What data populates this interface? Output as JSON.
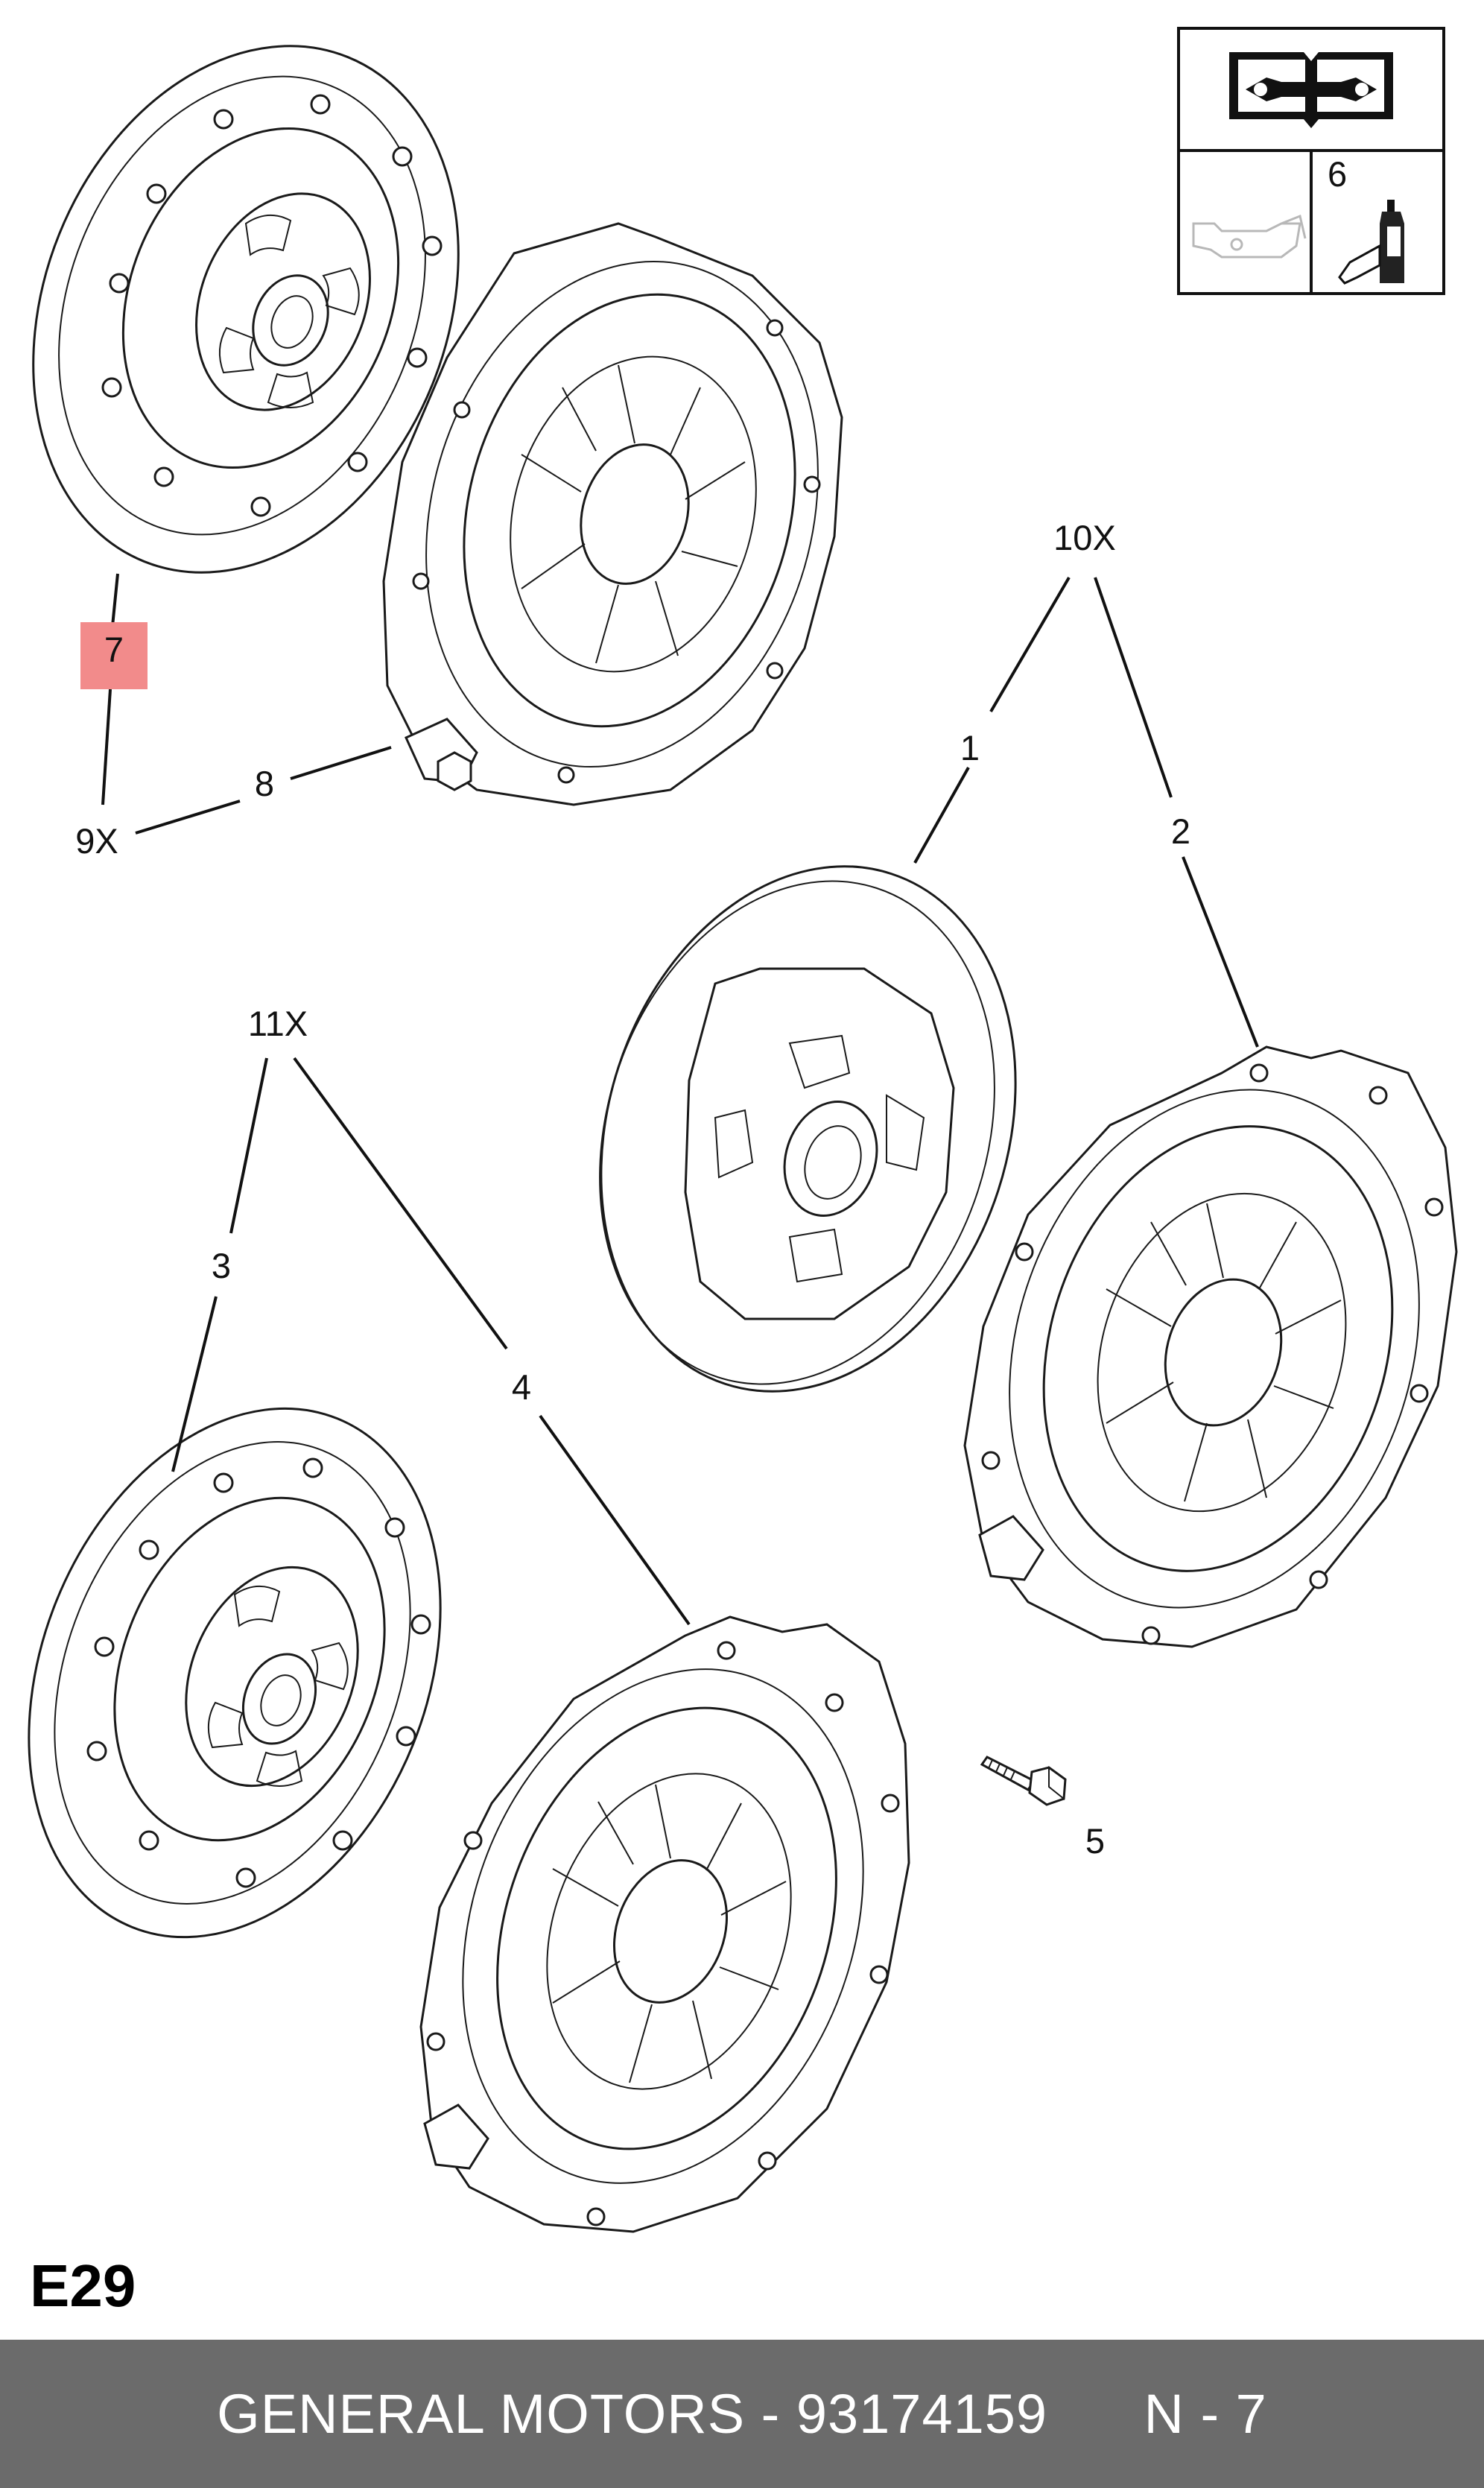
{
  "callouts": {
    "c1": "1",
    "c2": "2",
    "c3": "3",
    "c4": "4",
    "c5": "5",
    "c6": "6",
    "c7": "7",
    "c8": "8",
    "c9x": "9X",
    "c10x": "10X",
    "c11x": "11X"
  },
  "diagram_code": "E29",
  "footer": {
    "brand": "GENERAL MOTORS",
    "separator": " - ",
    "part_number": "93174159",
    "gap": "      ",
    "position": "N - 7"
  },
  "colors": {
    "highlight": "#f28b8b",
    "footer_bg": "#6b6b6b",
    "footer_text": "#ffffff"
  },
  "icons": [
    "manual-book-wrench-icon",
    "oil-can-icon",
    "sealant-bottle-icon"
  ]
}
